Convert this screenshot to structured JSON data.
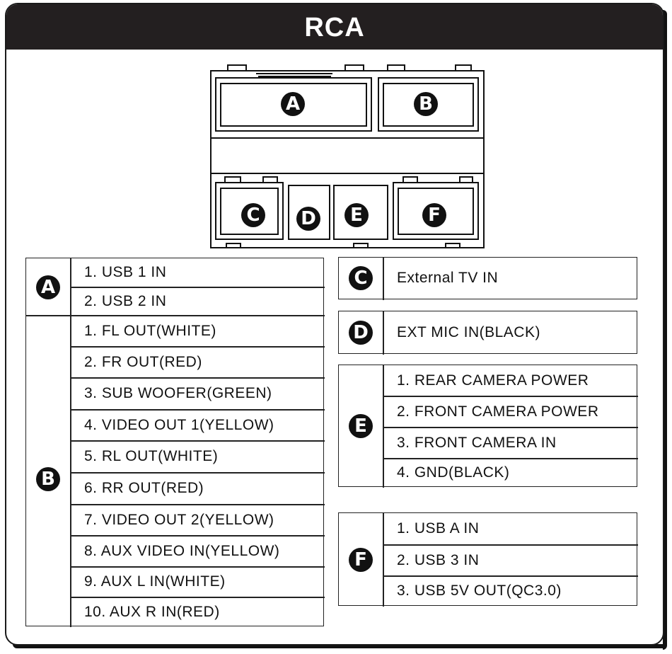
{
  "title": "RCA",
  "connector_labels": [
    "A",
    "B",
    "C",
    "D",
    "E",
    "F"
  ],
  "left_table": {
    "A": {
      "badge": "A",
      "rows": [
        "1. USB 1 IN",
        "2. USB 2 IN"
      ]
    },
    "B": {
      "badge": "B",
      "rows": [
        "1. FL OUT(WHITE)",
        "2. FR OUT(RED)",
        "3. SUB WOOFER(GREEN)",
        "4. VIDEO OUT 1(YELLOW)",
        "5. RL OUT(WHITE)",
        "6. RR OUT(RED)",
        "7. VIDEO OUT 2(YELLOW)",
        "8. AUX VIDEO IN(YELLOW)",
        "9. AUX L IN(WHITE)",
        "10. AUX R IN(RED)"
      ]
    }
  },
  "right_tables": {
    "C": {
      "badge": "C",
      "rows": [
        "External TV IN"
      ]
    },
    "D": {
      "badge": "D",
      "rows": [
        "EXT MIC IN(BLACK)"
      ]
    },
    "E": {
      "badge": "E",
      "rows": [
        "1. REAR CAMERA POWER",
        "2. FRONT CAMERA POWER",
        "3. FRONT CAMERA IN",
        "4. GND(BLACK)"
      ]
    },
    "F": {
      "badge": "F",
      "rows": [
        "1. USB A IN",
        "2. USB 3 IN",
        "3. USB 5V OUT(QC3.0)"
      ]
    }
  }
}
